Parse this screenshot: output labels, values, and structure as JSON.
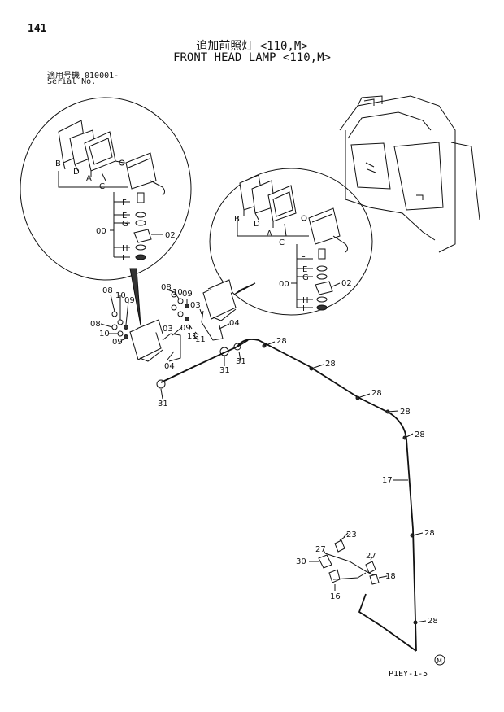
{
  "page_number": "141",
  "title_jp": "追加前照灯 <110,M>",
  "title_en": "FRONT HEAD LAMP <110,M>",
  "serial_jp": "適用号機  010001-",
  "serial_en": "Serial No.",
  "drawing_code": "P1EY-1-5",
  "detail_left": {
    "labels": {
      "b": "B",
      "d": "D",
      "a": "A",
      "c": "C",
      "f": "F",
      "e": "E",
      "g": "G",
      "h": "H",
      "i": "I",
      "oo": "00",
      "o2": "02"
    }
  },
  "detail_right": {
    "labels": {
      "b": "B",
      "d": "D",
      "a": "A",
      "c": "C",
      "f": "F",
      "e": "E",
      "g": "G",
      "h": "H",
      "i": "I",
      "oo": "00",
      "o2": "02"
    }
  },
  "callouts": {
    "l08a": "08",
    "l10a": "10",
    "l09a": "09",
    "l08b": "08",
    "l10b": "10",
    "l09b": "09",
    "l03": "03",
    "l04": "04",
    "l11": "11",
    "l31a": "31",
    "r08": "08",
    "r10": "10",
    "r09": "09",
    "r03": "03",
    "r09b": "09",
    "r11": "11",
    "r04": "04",
    "r31a": "31",
    "r31b": "31",
    "c28a": "28",
    "c28b": "28",
    "c28c": "28",
    "c28d": "28",
    "c28e": "28",
    "c28f": "28",
    "c28g": "28",
    "c17": "17",
    "c23": "23",
    "c27a": "27",
    "c30": "30",
    "c27b": "27",
    "c18": "18",
    "c16": "16"
  },
  "marker": "M"
}
